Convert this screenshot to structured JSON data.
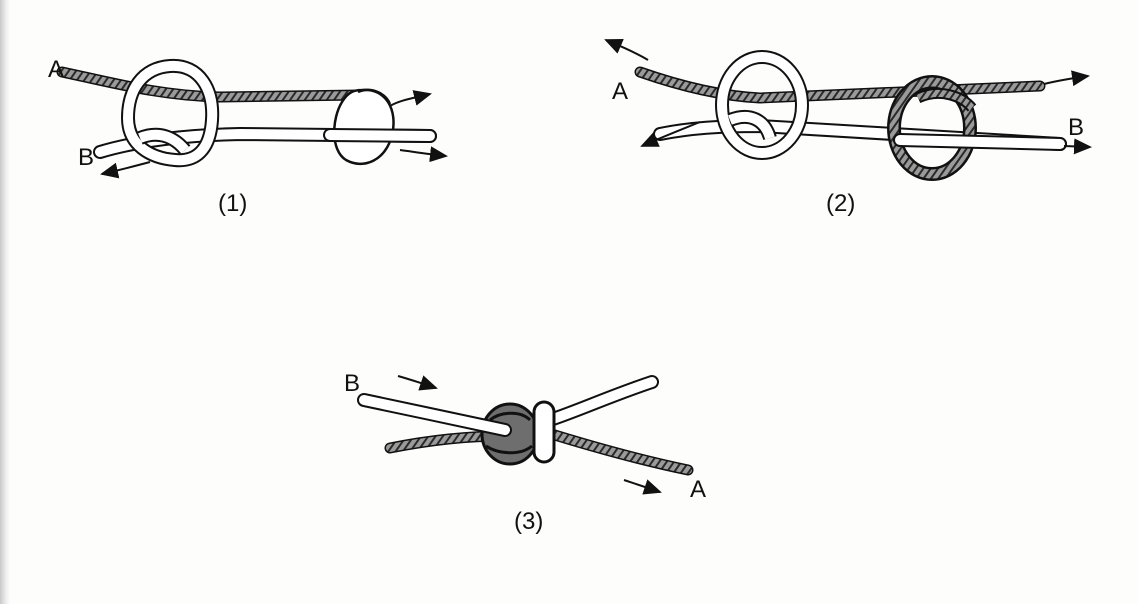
{
  "diagram": {
    "steps": [
      {
        "caption": "(1)",
        "labels": [
          "A",
          "B"
        ]
      },
      {
        "caption": "(2)",
        "labels": [
          "A",
          "B"
        ]
      },
      {
        "caption": "(3)",
        "labels": [
          "B",
          "A"
        ]
      }
    ]
  },
  "colors": {
    "ink": "#111111",
    "rope_white": "#ffffff",
    "rope_dark": "#6e6e6e",
    "paper": "#fdfdfc"
  }
}
